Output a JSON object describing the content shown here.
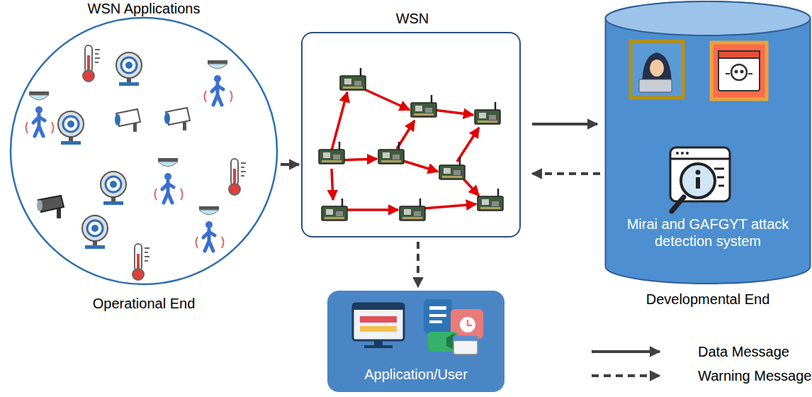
{
  "diagram": {
    "nodes": [
      {
        "text": [
          "WSN Applications",
          "Operational End"
        ]
      },
      {
        "text": [
          "WSN"
        ]
      },
      {
        "text": [
          "Mirai and GAFGYT attack detection system",
          "Developmental End"
        ]
      },
      {
        "text": [
          "Application/User"
        ]
      }
    ],
    "edges": [
      {
        "from": 0,
        "to": 1,
        "arrow": "to"
      },
      {
        "from": 1,
        "to": 2,
        "arrow": "to"
      },
      {
        "from": 2,
        "to": 1,
        "arrow": "to"
      },
      {
        "from": 1,
        "to": 3,
        "arrow": "to"
      }
    ],
    "legend": [
      {
        "text": "Data Message"
      },
      {
        "text": "Warning Message"
      }
    ]
  }
}
